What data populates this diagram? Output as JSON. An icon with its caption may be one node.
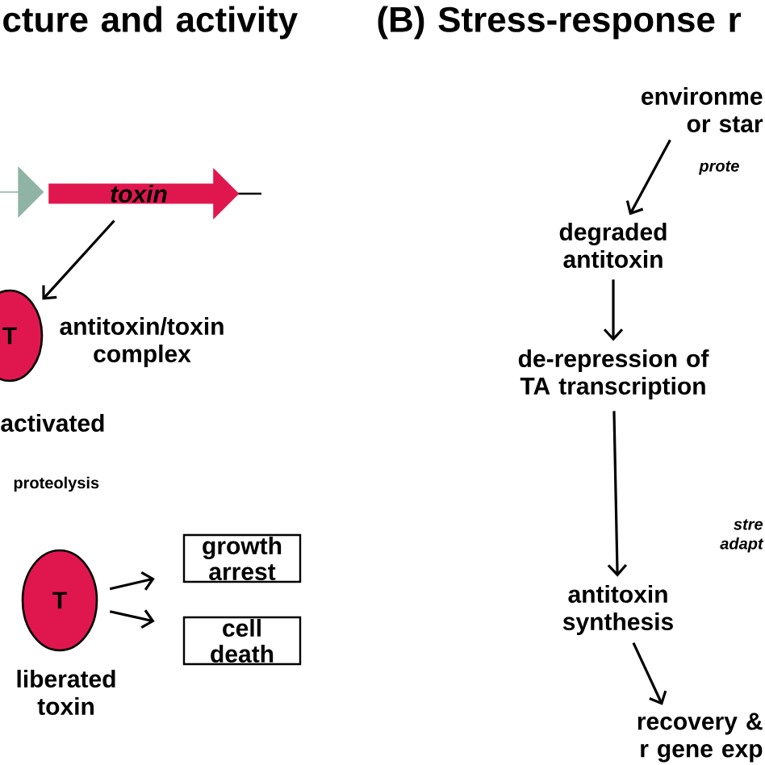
{
  "diagram": {
    "nodes": [
      {
        "text": [],
        "shape": "arrow"
      },
      {
        "text": [
          "toxin"
        ]
      },
      {
        "text": [
          "T"
        ],
        "beside": [
          "antitoxin/toxin complex",
          "activated"
        ]
      },
      {
        "text": [
          "T"
        ],
        "beside": [
          "liberated toxin"
        ]
      },
      {
        "text": [
          "growth arrest"
        ]
      },
      {
        "text": [
          "cell death"
        ]
      },
      {
        "text": [
          "environme or star"
        ]
      },
      {
        "text": [
          "degraded antitoxin"
        ]
      },
      {
        "text": [
          "de-repression of TA transcription"
        ]
      },
      {
        "text": [
          "antitoxin synthesis"
        ]
      },
      {
        "text": [
          "recovery & r gene exp"
        ]
      }
    ],
    "edges": [
      {
        "from": 1,
        "to": 2,
        "arrow": "to"
      },
      {
        "from": 3,
        "to": 4,
        "arrow": "to"
      },
      {
        "from": 3,
        "to": 5,
        "arrow": "to"
      },
      {
        "from": 6,
        "to": 7,
        "arrow": "to",
        "label": "prote"
      },
      {
        "from": 7,
        "to": 8,
        "arrow": "to"
      },
      {
        "from": 8,
        "to": 9,
        "arrow": "to"
      },
      {
        "from": 9,
        "to": 10,
        "arrow": "to"
      }
    ],
    "labels": [
      "cture and activity",
      "(B) Stress-response r",
      "proteolysis",
      "stre adapt"
    ]
  }
}
